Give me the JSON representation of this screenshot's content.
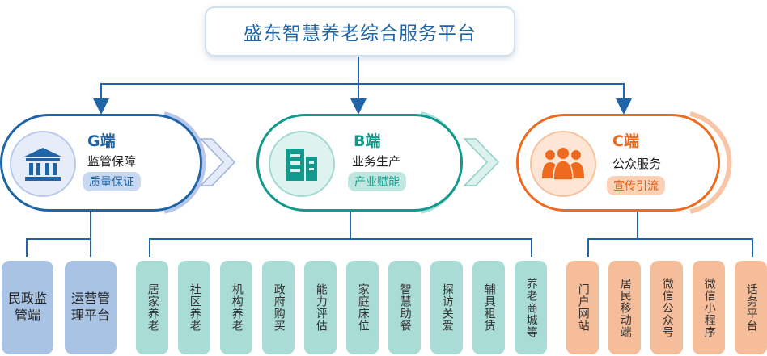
{
  "title": "盛东智慧养老综合服务平台",
  "colors": {
    "blue": "#1f64a6",
    "teal": "#119a8c",
    "orange": "#ee6a1e"
  },
  "ends": [
    {
      "key": "g",
      "title": "G端",
      "subtitle": "监管保障",
      "tag": "质量保证",
      "icon": "government-building-icon"
    },
    {
      "key": "b",
      "title": "B端",
      "subtitle": "业务生产",
      "tag": "产业赋能",
      "icon": "office-building-icon"
    },
    {
      "key": "c",
      "title": "C端",
      "subtitle": "公众服务",
      "tag": "宣传引流",
      "icon": "people-group-icon"
    }
  ],
  "g_items": [
    "民政监管端",
    "运营管理平台"
  ],
  "b_items": [
    "居家养老",
    "社区养老",
    "机构养老",
    "政府购买",
    "能力评估",
    "家庭床位",
    "智慧助餐",
    "探访关爱",
    "辅具租赁",
    "养老商城等"
  ],
  "c_items": [
    "门户网站",
    "居民移动端",
    "微信公众号",
    "微信小程序",
    "话务平台"
  ]
}
